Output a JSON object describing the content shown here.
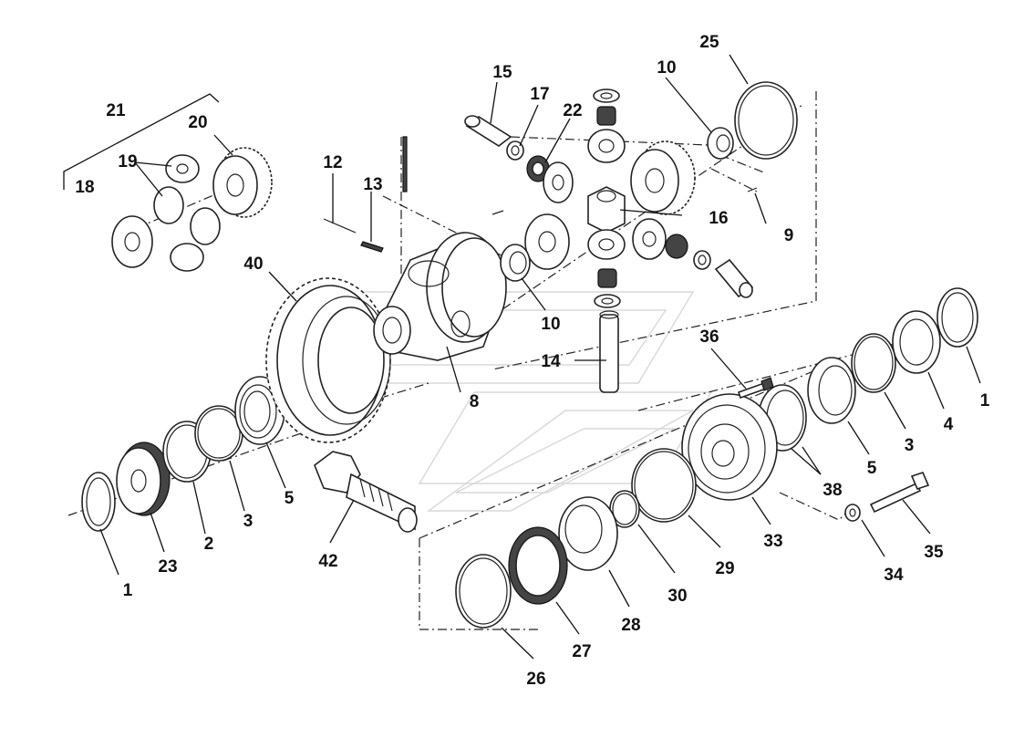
{
  "diagram": {
    "callouts": [
      {
        "id": "c1a",
        "text": "1"
      },
      {
        "id": "c1b",
        "text": "1"
      },
      {
        "id": "c2",
        "text": "2"
      },
      {
        "id": "c3a",
        "text": "3"
      },
      {
        "id": "c3b",
        "text": "3"
      },
      {
        "id": "c4",
        "text": "4"
      },
      {
        "id": "c5a",
        "text": "5"
      },
      {
        "id": "c5b",
        "text": "5"
      },
      {
        "id": "c8",
        "text": "8"
      },
      {
        "id": "c9",
        "text": "9"
      },
      {
        "id": "c10a",
        "text": "10"
      },
      {
        "id": "c10b",
        "text": "10"
      },
      {
        "id": "c12",
        "text": "12"
      },
      {
        "id": "c13",
        "text": "13"
      },
      {
        "id": "c14",
        "text": "14"
      },
      {
        "id": "c15",
        "text": "15"
      },
      {
        "id": "c16",
        "text": "16"
      },
      {
        "id": "c17",
        "text": "17"
      },
      {
        "id": "c18",
        "text": "18"
      },
      {
        "id": "c19",
        "text": "19"
      },
      {
        "id": "c20",
        "text": "20"
      },
      {
        "id": "c21",
        "text": "21"
      },
      {
        "id": "c22",
        "text": "22"
      },
      {
        "id": "c23",
        "text": "23"
      },
      {
        "id": "c25",
        "text": "25"
      },
      {
        "id": "c26",
        "text": "26"
      },
      {
        "id": "c27",
        "text": "27"
      },
      {
        "id": "c28",
        "text": "28"
      },
      {
        "id": "c29",
        "text": "29"
      },
      {
        "id": "c30",
        "text": "30"
      },
      {
        "id": "c33",
        "text": "33"
      },
      {
        "id": "c34",
        "text": "34"
      },
      {
        "id": "c35",
        "text": "35"
      },
      {
        "id": "c36",
        "text": "36"
      },
      {
        "id": "c38",
        "text": "38"
      },
      {
        "id": "c40",
        "text": "40"
      },
      {
        "id": "c42",
        "text": "42"
      }
    ]
  }
}
